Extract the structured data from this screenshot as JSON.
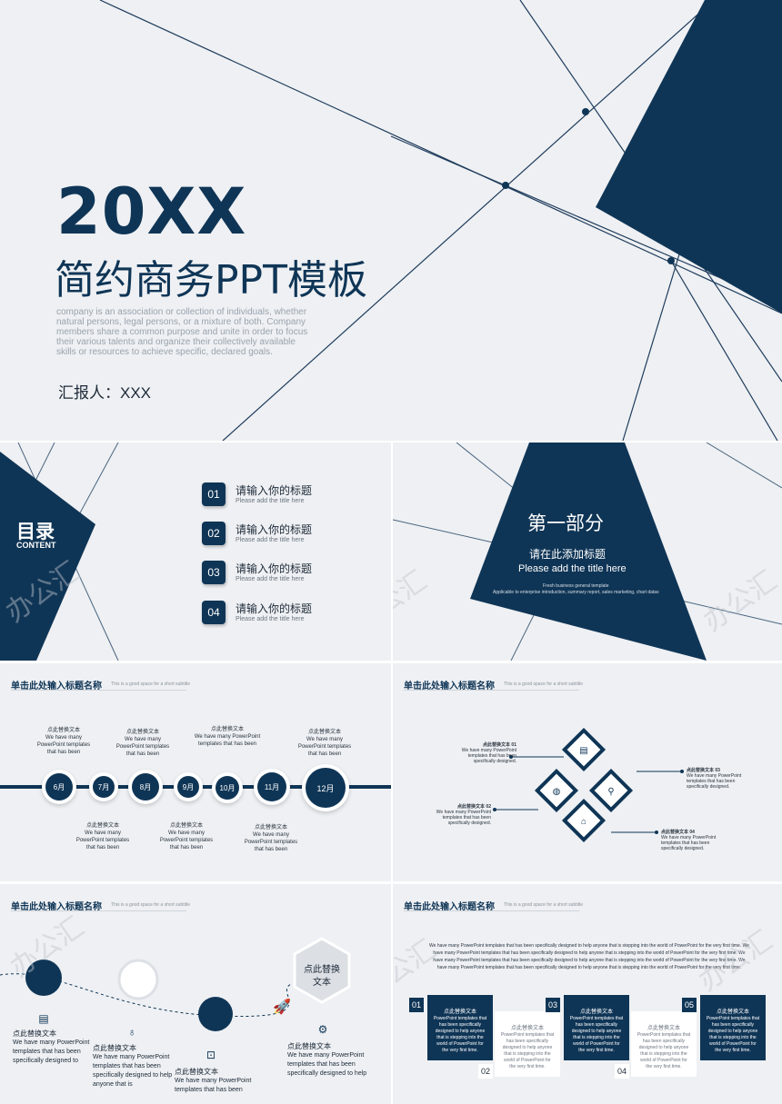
{
  "slide1": {
    "year": "20XX",
    "title": "简约商务PPT模板",
    "desc": "company is an association or collection of individuals, whether natural persons, legal persons, or a mixture of both. Company members share a common purpose and unite in order to focus their various talents and organize their collectively available skills or resources to achieve specific, declared goals.",
    "reporter": "汇报人：XXX"
  },
  "slide2": {
    "heading_cn": "目录",
    "heading_en": "CONTENT",
    "items": [
      {
        "num": "01",
        "cn": "请输入你的标题",
        "en": "Please add the title here"
      },
      {
        "num": "02",
        "cn": "请输入你的标题",
        "en": "Please add the title here"
      },
      {
        "num": "03",
        "cn": "请输入你的标题",
        "en": "Please add the title here"
      },
      {
        "num": "04",
        "cn": "请输入你的标题",
        "en": "Please add the title here"
      }
    ],
    "watermark": "办公汇"
  },
  "slide3": {
    "part": "第一部分",
    "title_cn": "请在此添加标题",
    "title_en": "Please add the title here",
    "small1": "Fresh business general template",
    "small2": "Applicable to enterprise introduction, summary report, sales marketing, chart datas",
    "watermark": "办公汇"
  },
  "section_header": {
    "title": "单击此处输入标题名称",
    "subtitle": "This is a good space for a short subtitle"
  },
  "slide4": {
    "months": [
      "6月",
      "7月",
      "8月",
      "9月",
      "10月",
      "11月",
      "12月"
    ],
    "note_title": "点此替换文本",
    "note_body": "We have many PowerPoint templates that has been"
  },
  "slide5": {
    "labels": [
      {
        "title": "点此替换文本 01",
        "body": "We have many PowerPoint templates that has been specifically designed."
      },
      {
        "title": "点此替换文本 02",
        "body": "We have many PowerPoint templates that has been specifically designed."
      },
      {
        "title": "点此替换文本 03",
        "body": "We have many PowerPoint templates that has been specifically designed."
      },
      {
        "title": "点此替换文本 04",
        "body": "We have many PowerPoint templates that has been specifically designed."
      }
    ]
  },
  "slide6": {
    "hex_text": "点此替换文本",
    "items": [
      {
        "title": "点此替换文本",
        "body": "We have many PowerPoint templates that has been specifically designed to"
      },
      {
        "title": "点此替换文本",
        "body": "We have many PowerPoint templates that has been specifically designed to help anyone that is"
      },
      {
        "title": "点此替换文本",
        "body": "We have many PowerPoint templates that has been"
      },
      {
        "title": "点此替换文本",
        "body": "We have many PowerPoint templates that has been specifically designed to help"
      }
    ],
    "watermark": "办公汇"
  },
  "slide7": {
    "intro": "We have many PowerPoint templates that has been specifically designed to help anyone that is stepping into the world of PowerPoint for the very first time. We have many PowerPoint templates that has been specifically designed to help anyone that is stepping into the world of PowerPoint for the very first time. We have many PowerPoint templates that has been specifically designed to help anyone that is stepping into the world of PowerPoint for the very first time. We have many PowerPoint templates that has been specifically designed to help anyone that is stepping into the world of PowerPoint for the very first time.",
    "nums": [
      "01",
      "02",
      "03",
      "04",
      "05"
    ],
    "card_title": "点此替换文本",
    "card_body": "PowerPoint templates that has been specifically designed to help anyone that is stepping into the world of PowerPoint for the very first time.",
    "watermark": "办公汇"
  },
  "colors": {
    "navy": "#0f3556",
    "background": "#eef0f3"
  }
}
